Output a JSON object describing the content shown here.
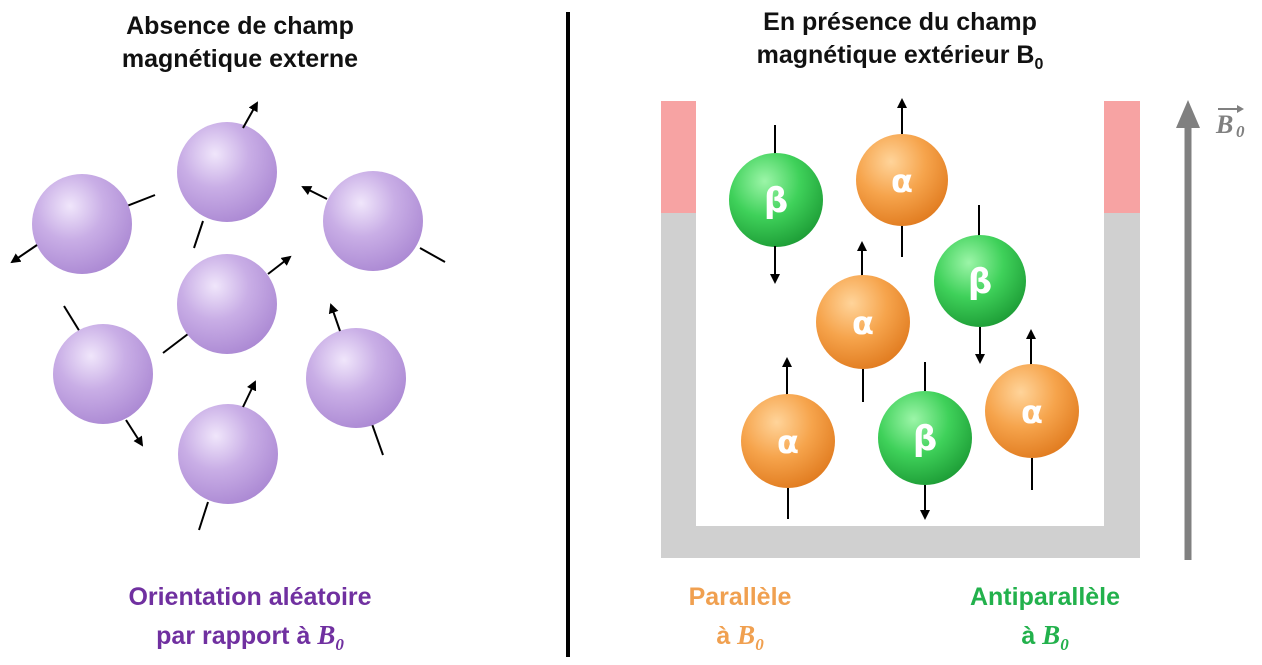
{
  "left_panel": {
    "title_line1": "Absence de champ",
    "title_line2": "magnétique externe",
    "caption_line1": "Orientation aléatoire",
    "caption_line2_prefix": "par rapport à ",
    "caption_symbol": "B",
    "caption_subscript": "0",
    "caption_color": "#7030a0",
    "sphere_color": "#c9aee6"
  },
  "right_panel": {
    "title_line1": "En présence du champ",
    "title_line2_prefix": "magnétique extérieur B",
    "title_subscript": "0",
    "field_label_symbol": "B",
    "field_label_subscript": "0",
    "parallel": {
      "line1": "Parallèle",
      "line2_prefix": "à ",
      "symbol": "B",
      "subscript": "0",
      "color": "#f0a050",
      "spin_label": "α"
    },
    "antiparallel": {
      "line1": "Antiparallèle",
      "line2_prefix": "à ",
      "symbol": "B",
      "subscript": "0",
      "color": "#22b14c",
      "spin_label": "β"
    }
  }
}
